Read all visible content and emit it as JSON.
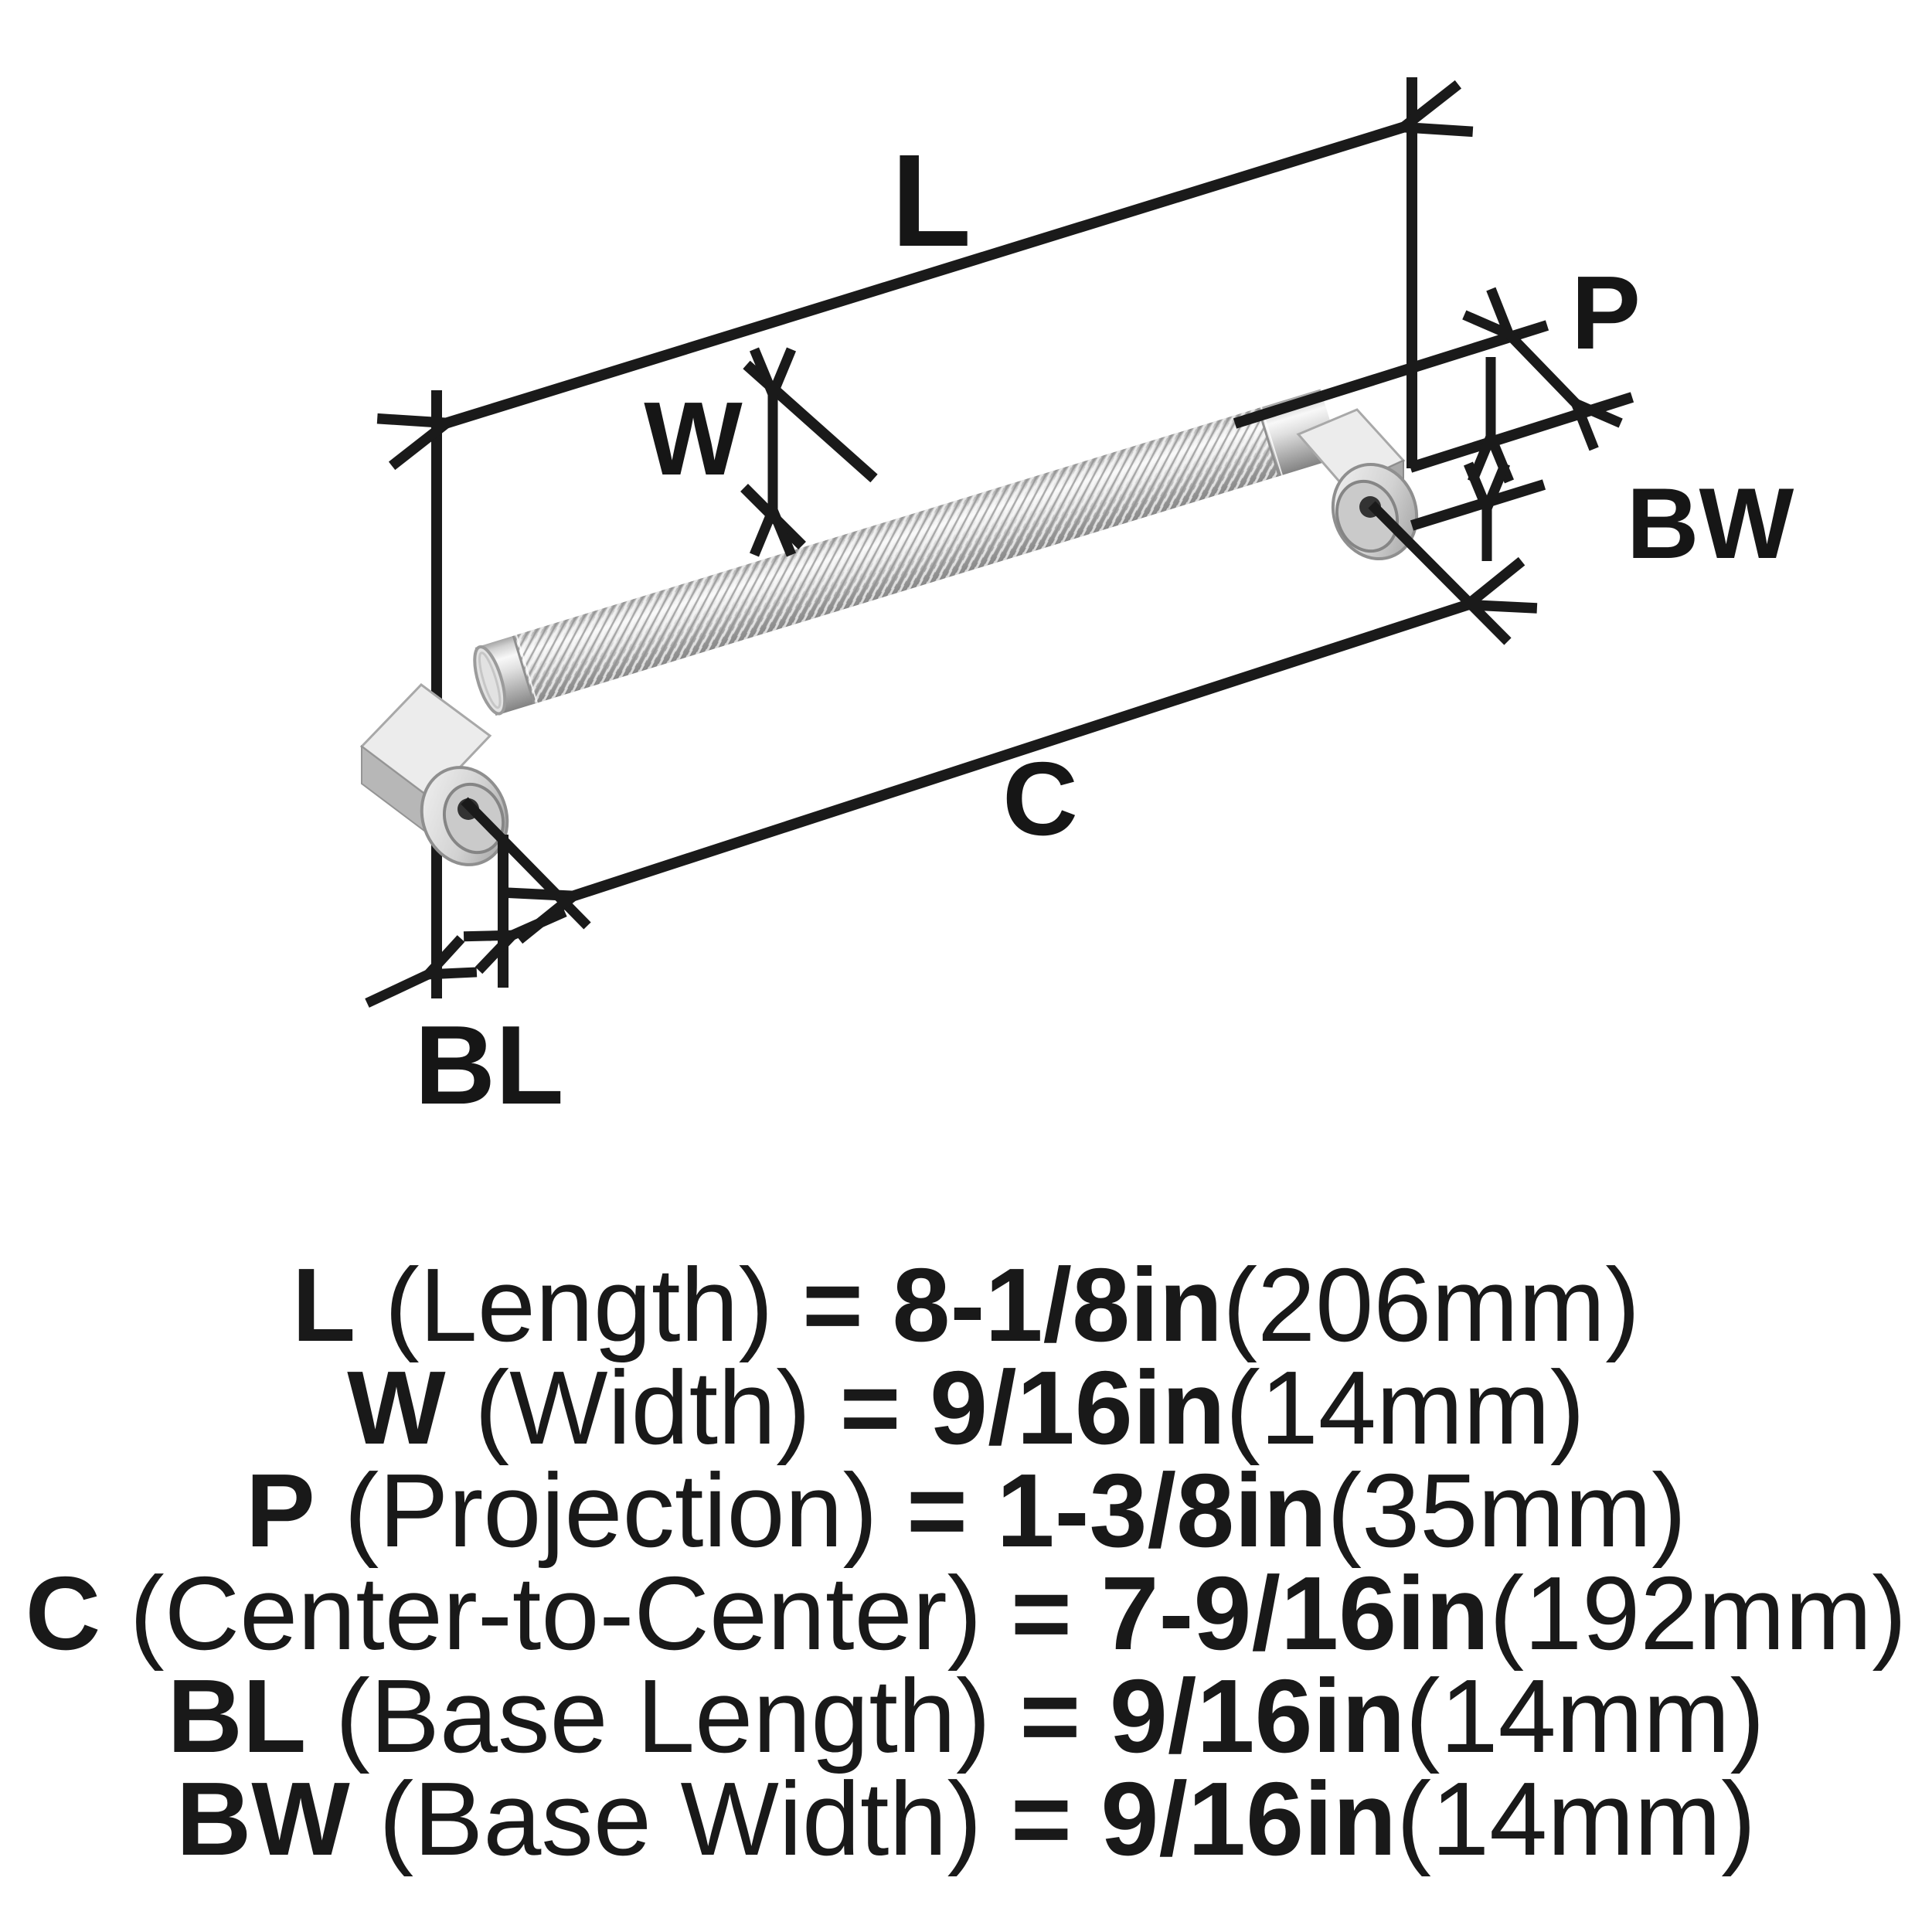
{
  "diagram": {
    "labels": {
      "L": "L",
      "W": "W",
      "P": "P",
      "BW": "BW",
      "C": "C",
      "BL": "BL"
    },
    "colors": {
      "line": "#1a1a1a",
      "metal_light": "#f6f6f6",
      "metal_mid": "#c9c9c9",
      "metal_dark": "#838383"
    }
  },
  "specs": [
    {
      "symbol": "L",
      "name": "(Length)",
      "eq": "=",
      "value": "8-1/8in",
      "metric": "(206mm)"
    },
    {
      "symbol": "W",
      "name": "(Width)",
      "eq": "=",
      "value": "9/16in",
      "metric": "(14mm)"
    },
    {
      "symbol": "P",
      "name": "(Projection)",
      "eq": "=",
      "value": "1-3/8in",
      "metric": "(35mm)"
    },
    {
      "symbol": "C",
      "name": "(Center-to-Center)",
      "eq": "=",
      "value": "7-9/16in",
      "metric": "(192mm)"
    },
    {
      "symbol": "BL",
      "name": "(Base Length)",
      "eq": "=",
      "value": "9/16in",
      "metric": "(14mm)"
    },
    {
      "symbol": "BW",
      "name": "(Base Width)",
      "eq": "=",
      "value": "9/16in",
      "metric": "(14mm)"
    }
  ]
}
